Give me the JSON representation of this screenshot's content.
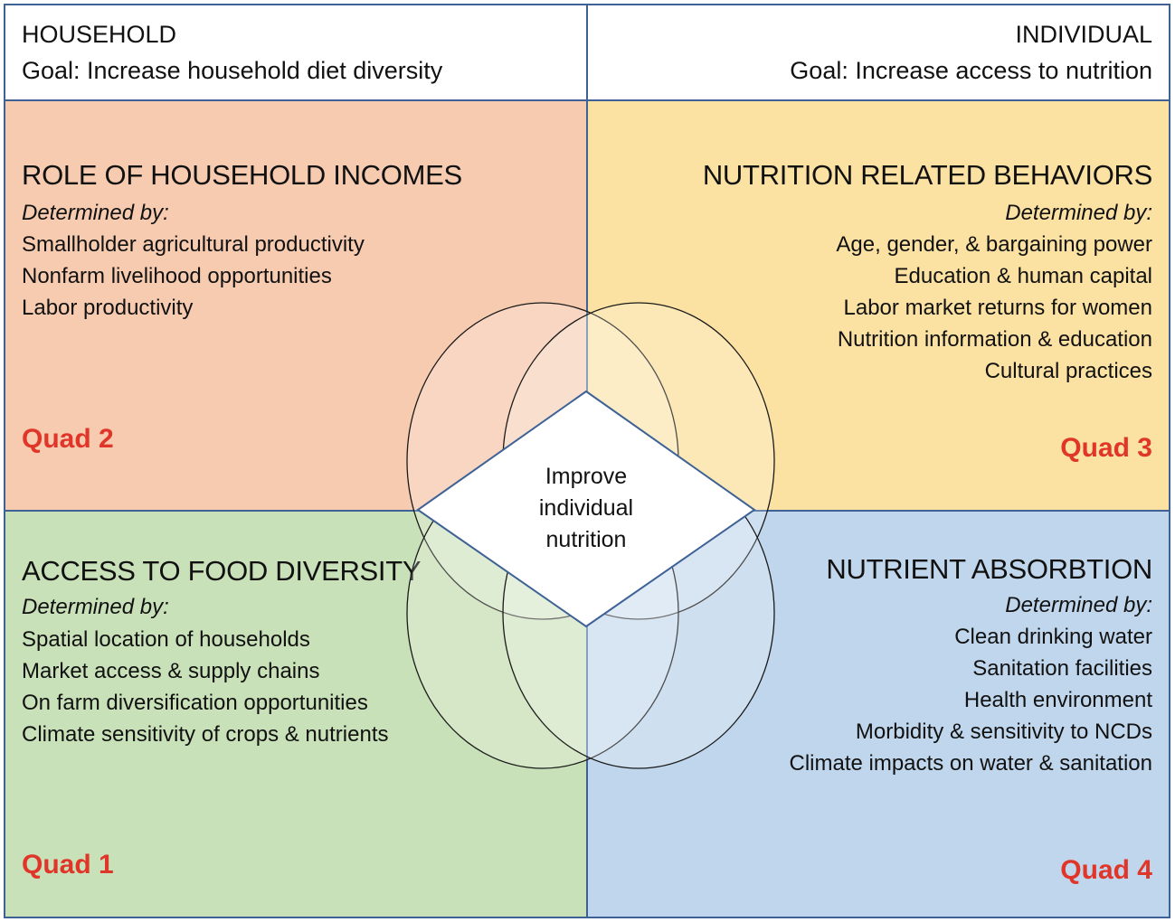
{
  "header": {
    "left": {
      "label": "HOUSEHOLD",
      "goal": "Goal: Increase household diet diversity"
    },
    "right": {
      "label": "INDIVIDUAL",
      "goal": "Goal: Increase access to nutrition"
    }
  },
  "quadrants": {
    "q2": {
      "title": "ROLE OF HOUSEHOLD INCOMES",
      "determined": "Determined by:",
      "items": [
        "Smallholder agricultural productivity",
        "Nonfarm livelihood opportunities",
        "Labor productivity"
      ],
      "label": "Quad 2",
      "color": "#f7cbb0"
    },
    "q3": {
      "title": "NUTRITION RELATED BEHAVIORS",
      "determined": "Determined by:",
      "items": [
        "Age, gender, & bargaining power",
        "Education & human capital",
        "Labor market returns for women",
        "Nutrition information & education",
        "Cultural practices"
      ],
      "label": "Quad 3",
      "color": "#fbe2a2"
    },
    "q1": {
      "title": "ACCESS TO FOOD DIVERSITY",
      "determined": "Determined by:",
      "items": [
        "Spatial location of households",
        "Market access & supply chains",
        "On farm diversification opportunities",
        "Climate sensitivity of crops & nutrients"
      ],
      "label": "Quad 1",
      "color": "#c9e1b8"
    },
    "q4": {
      "title": "NUTRIENT ABSORBTION",
      "determined": "Determined by:",
      "items": [
        "Clean drinking water",
        "Sanitation facilities",
        "Health environment",
        "Morbidity & sensitivity to NCDs",
        "Climate impacts on water & sanitation"
      ],
      "label": "Quad 4",
      "color": "#c0d6ec"
    }
  },
  "center": {
    "lines": [
      "Improve",
      "individual",
      "nutrition"
    ]
  },
  "colors": {
    "border": "#3e6296",
    "quad_label": "#e0362a"
  }
}
